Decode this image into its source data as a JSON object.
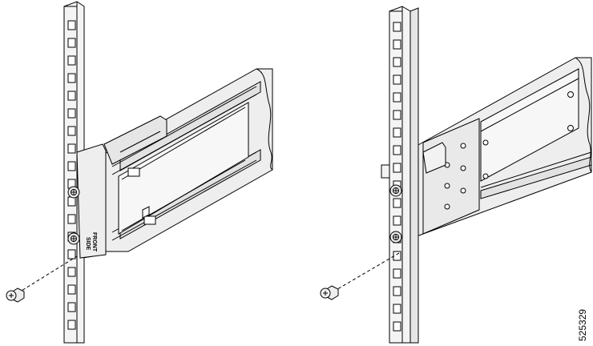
{
  "figure": {
    "id": "525329"
  },
  "views": [
    {
      "name": "front-view-left",
      "rail_label_line1": "FRONT",
      "rail_label_line2": "SIDE"
    },
    {
      "name": "rear-view-right"
    }
  ],
  "colors": {
    "line": "#000000",
    "rail_fill": "#ececec",
    "rail_shade": "#d9d9d9",
    "background": "#ffffff"
  }
}
